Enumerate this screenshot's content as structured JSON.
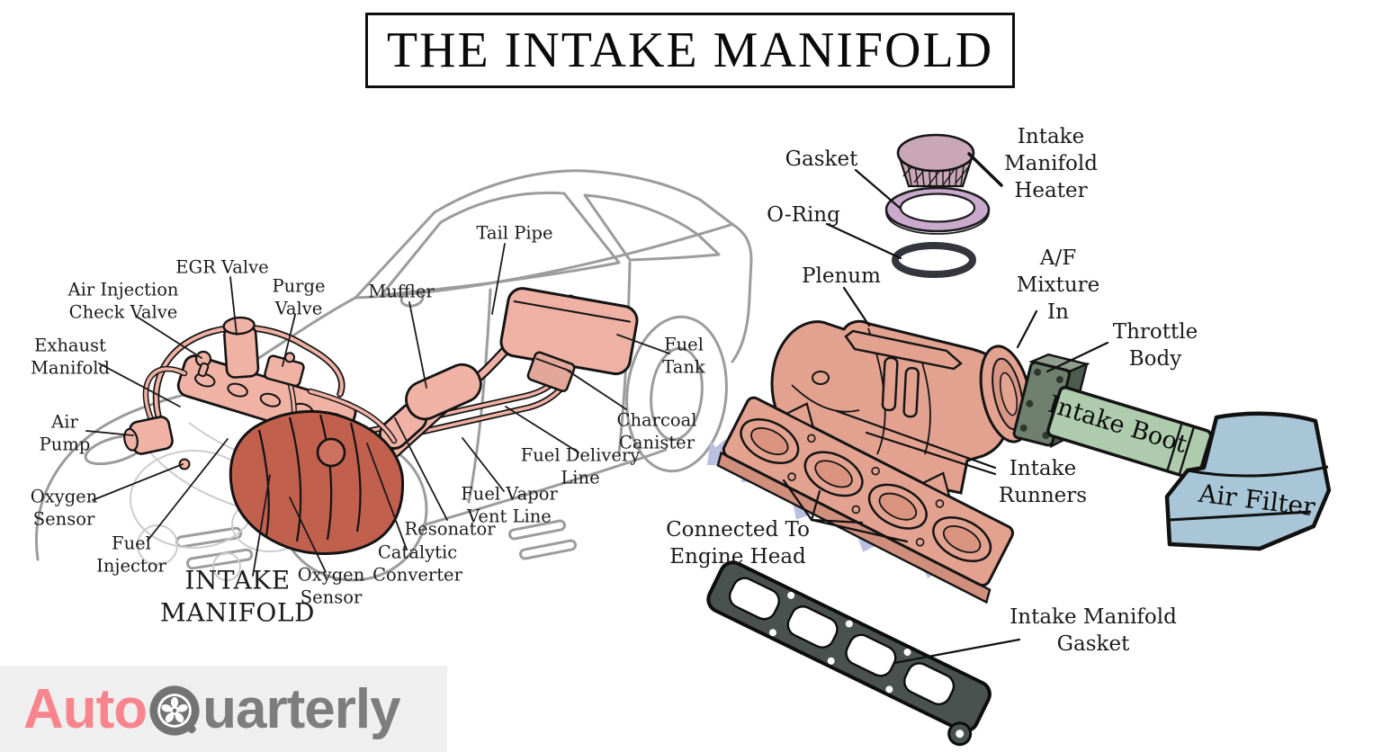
{
  "title": "THE INTAKE MANIFOLD",
  "car_diagram": {
    "labels": {
      "egr_valve": "EGR Valve",
      "air_injection_check_valve": "Air Injection\nCheck Valve",
      "purge_valve": "Purge\nValve",
      "muffler": "Muffler",
      "tail_pipe": "Tail Pipe",
      "exhaust_manifold": "Exhaust\nManifold",
      "fuel_tank": "Fuel\nTank",
      "air_pump": "Air\nPump",
      "charcoal_canister": "Charcoal\nCanister",
      "fuel_delivery_line": "Fuel Delivery\nLine",
      "fuel_vapor_vent_line": "Fuel Vapor\nVent Line",
      "resonator": "Resonator",
      "oxygen_sensor_front": "Oxygen\nSensor",
      "fuel_injector": "Fuel\nInjector",
      "oxygen_sensor_rear": "Oxygen\nSensor",
      "catalytic_converter": "Catalytic\nConverter",
      "intake_manifold": "INTAKE\nMANIFOLD"
    }
  },
  "exploded_view": {
    "labels": {
      "gasket": "Gasket",
      "intake_manifold_heater": "Intake\nManifold\nHeater",
      "o_ring": "O-Ring",
      "plenum": "Plenum",
      "af_mixture_in": "A/F\nMixture\nIn",
      "throttle_body": "Throttle\nBody",
      "intake_runners": "Intake\nRunners",
      "connected_to_engine_head": "Connected To\nEngine Head",
      "intake_manifold_gasket": "Intake Manifold\nGasket",
      "intake_boot": "Intake Boot",
      "air_filter": "Air Filter"
    }
  },
  "logo": {
    "prefix": "Auto",
    "suffix": "uarterly",
    "icon": "wheel-q-icon"
  },
  "colors": {
    "salmon_part": "#f0b2a5",
    "manifold_salmon": "#e2a28f",
    "engine_manifold_red": "#c2604e",
    "boot_green": "#aecbad",
    "throttle_sage": "#6f806f",
    "air_filter_blue": "#a9c6d8",
    "gasket_purple": "#c9aacd",
    "heater_mauve": "#c9a7b6",
    "head_gasket_dark": "#4a5250",
    "flow_arrow_blue": "#b9c0e0",
    "car_outline_grey": "#9c9c9c",
    "logo_pink": "#f8848d",
    "logo_grey": "#7d7d7d"
  }
}
